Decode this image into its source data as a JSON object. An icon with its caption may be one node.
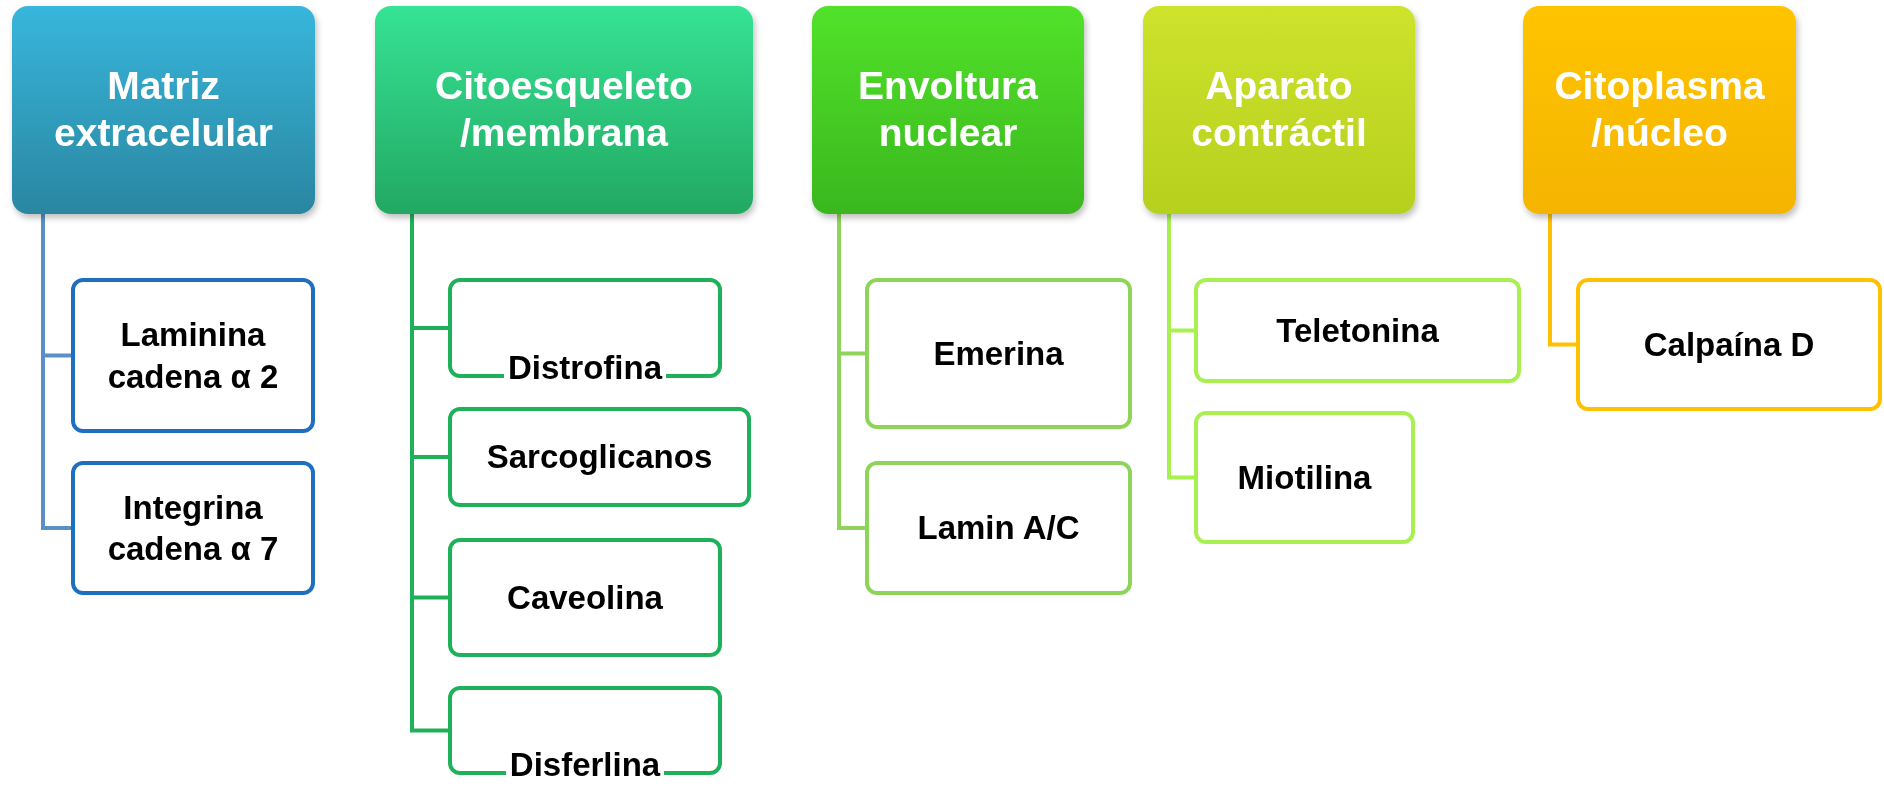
{
  "diagram": {
    "nodes": [
      {
        "text": [
          "Matriz extracelular"
        ]
      },
      {
        "text": [
          "Laminina cadena α 2"
        ]
      },
      {
        "text": [
          "Integrina cadena α 7"
        ]
      },
      {
        "text": [
          "Citoesqueleto /membrana"
        ]
      },
      {
        "text": [
          "Distrofina"
        ]
      },
      {
        "text": [
          "Sarcoglicanos"
        ]
      },
      {
        "text": [
          "Caveolina"
        ]
      },
      {
        "text": [
          "Disferlina"
        ]
      },
      {
        "text": [
          "Envoltura nuclear"
        ]
      },
      {
        "text": [
          "Emerina"
        ]
      },
      {
        "text": [
          "Lamin A/C"
        ]
      },
      {
        "text": [
          "Aparato contráctil"
        ]
      },
      {
        "text": [
          "Teletonina"
        ]
      },
      {
        "text": [
          "Miotilina"
        ]
      },
      {
        "text": [
          "Citoplasma /núcleo"
        ]
      },
      {
        "text": [
          "Calpaína D"
        ]
      }
    ],
    "edges": [
      {
        "from": 0,
        "to": 1,
        "arrow": "none",
        "color": "#5b8fc8"
      },
      {
        "from": 0,
        "to": 2,
        "arrow": "none",
        "color": "#5b8fc8"
      },
      {
        "from": 3,
        "to": 4,
        "arrow": "none"
      },
      {
        "from": 3,
        "to": 5,
        "arrow": "none"
      },
      {
        "from": 3,
        "to": 6,
        "arrow": "none"
      },
      {
        "from": 3,
        "to": 7,
        "arrow": "none"
      },
      {
        "from": 8,
        "to": 9,
        "arrow": "none",
        "color": "#8fd45a"
      },
      {
        "from": 8,
        "to": 10,
        "arrow": "none",
        "color": "#8fd45a"
      },
      {
        "from": 11,
        "to": 12,
        "arrow": "none",
        "color": "#a8f050"
      },
      {
        "from": 11,
        "to": 13,
        "arrow": "none",
        "color": "#a8f050"
      },
      {
        "from": 14,
        "to": 15,
        "arrow": "none",
        "color": "#ffc000"
      }
    ]
  }
}
